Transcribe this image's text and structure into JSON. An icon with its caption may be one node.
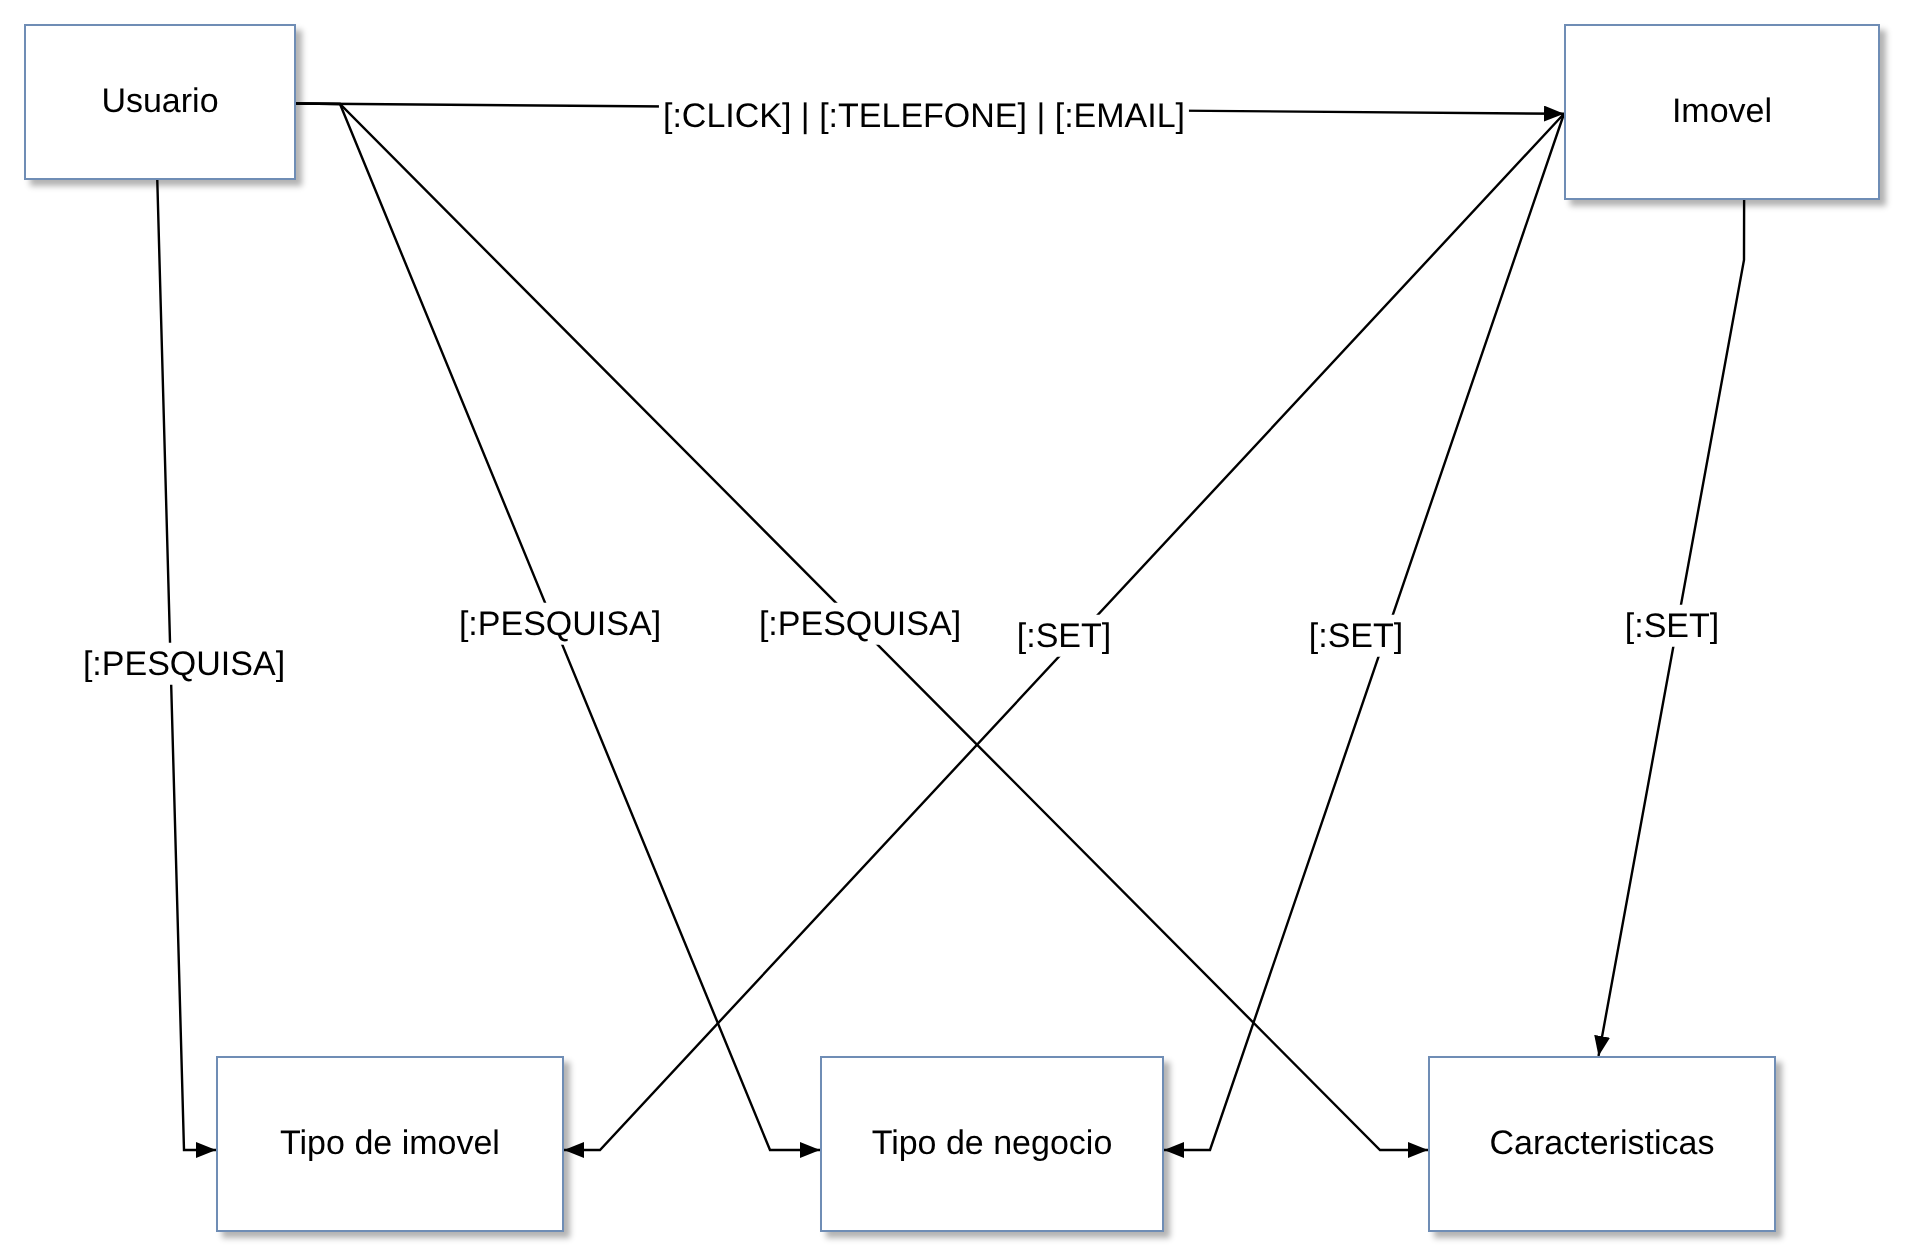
{
  "diagram": {
    "nodes": [
      {
        "text": [
          "Usuario"
        ]
      },
      {
        "text": [
          "Imovel"
        ]
      },
      {
        "text": [
          "Tipo de imovel"
        ]
      },
      {
        "text": [
          "Tipo de negocio"
        ]
      },
      {
        "text": [
          "Caracteristicas"
        ]
      }
    ],
    "edges": [
      {
        "from": 0,
        "to": 1,
        "arrow": "to",
        "label": "[:CLICK] | [:TELEFONE] | [:EMAIL]"
      },
      {
        "from": 0,
        "to": 2,
        "arrow": "to",
        "label": "[:PESQUISA]"
      },
      {
        "from": 0,
        "to": 3,
        "arrow": "to",
        "label": "[:PESQUISA]"
      },
      {
        "from": 0,
        "to": 4,
        "arrow": "to",
        "label": "[:PESQUISA]"
      },
      {
        "from": 1,
        "to": 2,
        "arrow": "to",
        "label": "[:SET]"
      },
      {
        "from": 1,
        "to": 3,
        "arrow": "to",
        "label": "[:SET]"
      },
      {
        "from": 1,
        "to": 4,
        "arrow": "to",
        "label": "[:SET]"
      }
    ]
  }
}
